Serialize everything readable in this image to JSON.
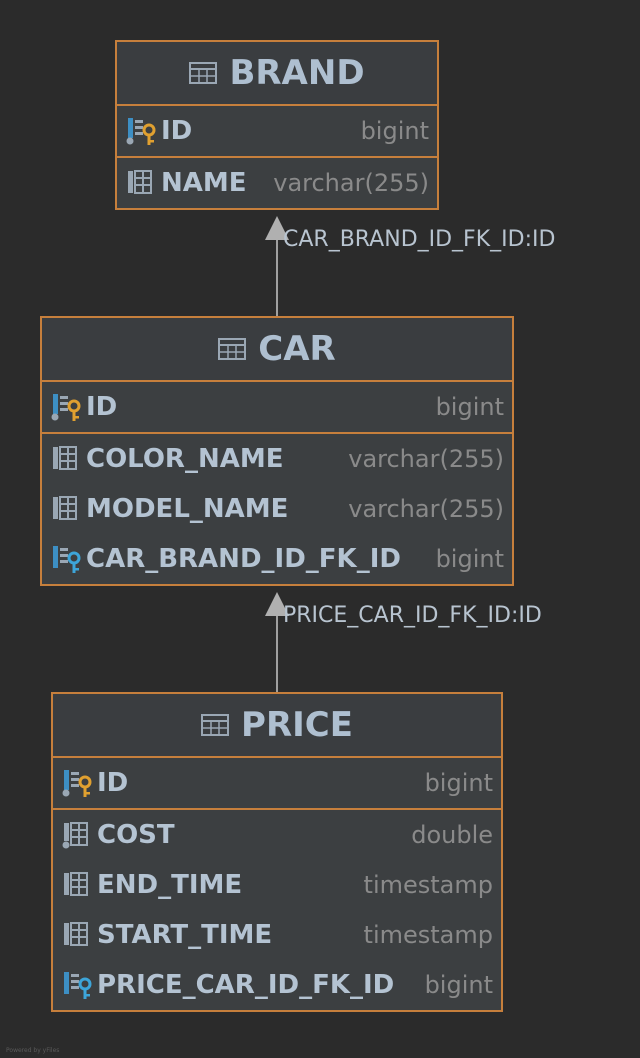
{
  "tables": {
    "brand": {
      "name": "BRAND",
      "pk": {
        "name": "ID",
        "type": "bigint"
      },
      "columns": [
        {
          "name": "NAME",
          "type": "varchar(255)"
        }
      ]
    },
    "car": {
      "name": "CAR",
      "pk": {
        "name": "ID",
        "type": "bigint"
      },
      "columns": [
        {
          "name": "COLOR_NAME",
          "type": "varchar(255)"
        },
        {
          "name": "MODEL_NAME",
          "type": "varchar(255)"
        },
        {
          "name": "CAR_BRAND_ID_FK_ID",
          "type": "bigint"
        }
      ]
    },
    "price": {
      "name": "PRICE",
      "pk": {
        "name": "ID",
        "type": "bigint"
      },
      "columns": [
        {
          "name": "COST",
          "type": "double"
        },
        {
          "name": "END_TIME",
          "type": "timestamp"
        },
        {
          "name": "START_TIME",
          "type": "timestamp"
        },
        {
          "name": "PRICE_CAR_ID_FK_ID",
          "type": "bigint"
        }
      ]
    }
  },
  "relations": [
    {
      "label": "CAR_BRAND_ID_FK_ID:ID"
    },
    {
      "label": "PRICE_CAR_ID_FK_ID:ID"
    }
  ],
  "footer": "Powered by yFiles",
  "colors": {
    "background": "#2b2b2b",
    "border": "#c67f3c",
    "pk_key": "#e0a030",
    "fk_key": "#3da5d9",
    "arrow": "#a0a0a0"
  }
}
